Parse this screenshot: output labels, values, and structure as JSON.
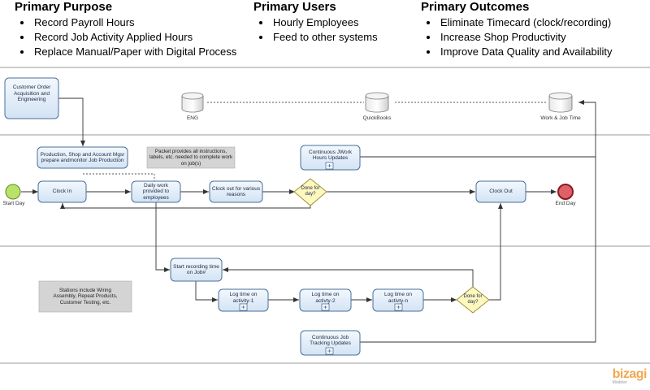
{
  "purpose": {
    "title": "Primary Purpose",
    "items": [
      "Record Payroll Hours",
      "Record Job Activity Applied Hours",
      "Replace Manual/Paper with Digital Process"
    ]
  },
  "users": {
    "title": "Primary Users",
    "items": [
      "Hourly Employees",
      "Feed to other systems"
    ]
  },
  "outcomes": {
    "title": "Primary Outcomes",
    "items": [
      "Eliminate Timecard (clock/recording)",
      "Increase Shop Productivity",
      "Improve Data Quality and Availability"
    ]
  },
  "diagram": {
    "tasks": {
      "customer_order": "Customer Order Acquisition and Engineering",
      "production_mgr": "Production, Shop and Account Mgsr prepare andmonitor Job Production",
      "clock_in": "Clock In",
      "daily_work": "Daily work provided to employees",
      "clock_out_reasons": "Clock out for various reasons",
      "continuous_jwork": "Continuous JWork Hours  Updates",
      "clock_out": "Clock Out",
      "start_recording": "Start recording time on Job#",
      "log_time_1": "Log time on activity-1",
      "log_time_2": "Log time on activty-2",
      "log_time_n": "Log time on activty-n",
      "continuous_job": "Continuous Job Tracking Updates"
    },
    "gateways": {
      "done_day_1": "Done for day?",
      "done_day_2": "Done for day?"
    },
    "events": {
      "start": "Start Day",
      "end": "End Day"
    },
    "datastores": {
      "eng": "ENG",
      "quickbooks": "QuickBooks",
      "work_job": "Work & Job Time"
    },
    "notes": {
      "packet": "Packet provides all instructions, labels, etc. needed to complete work on job(s)",
      "stations": "Stations include Wiring Assembly, Repeat Products, Customer Testing, etc."
    },
    "colors": {
      "task_fill": "#dfeaf7",
      "task_stroke": "#4a6f9a",
      "gateway_fill": "#fdf7c0",
      "start_fill": "#b8e26a",
      "end_fill": "#e0606a",
      "note_fill": "#d4d4d4",
      "lane_line": "#9a9a9a"
    }
  },
  "logo": {
    "brand": "bizagi",
    "sub": "Modeler"
  }
}
